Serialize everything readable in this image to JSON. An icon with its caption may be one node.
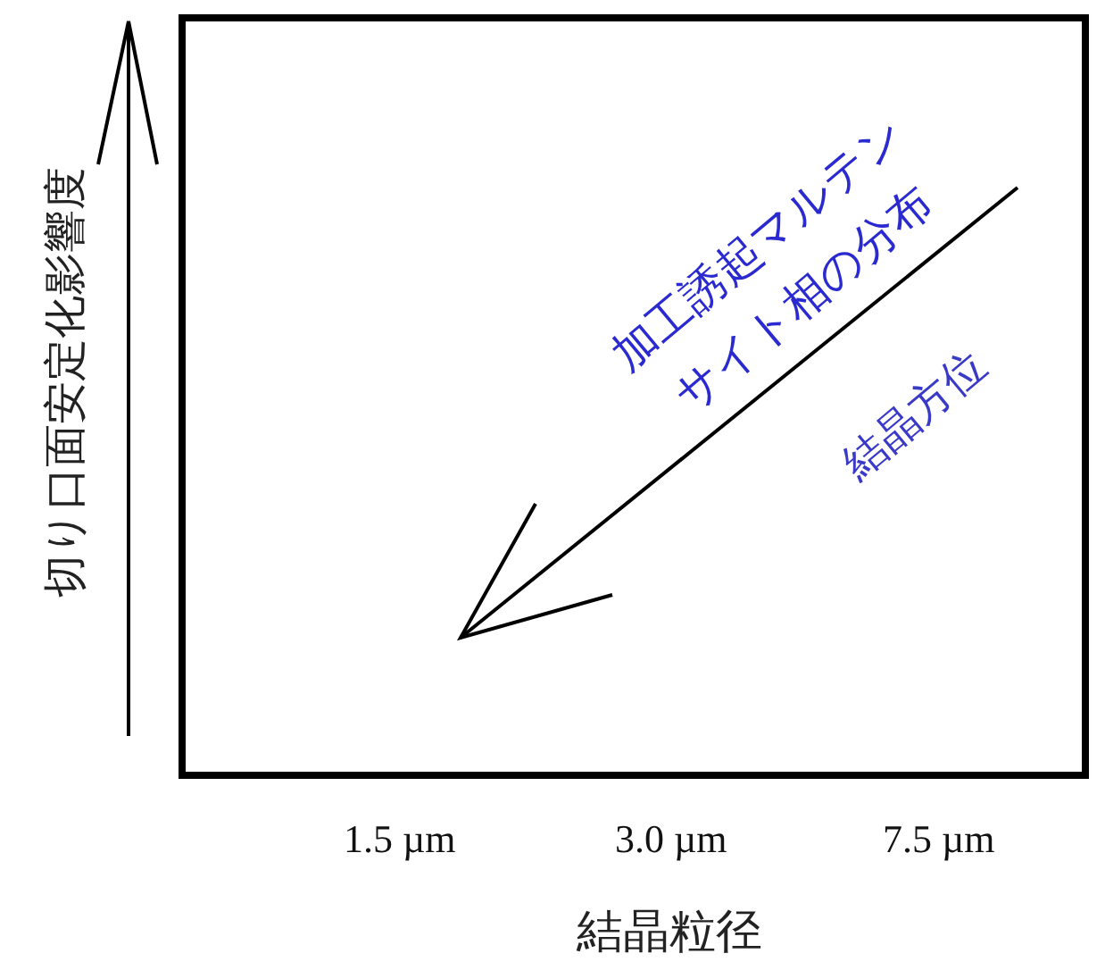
{
  "diagram": {
    "labels": [
      "切り口面安定化影響度",
      "加工誘起マルテンサイト相の分布",
      "結晶方位",
      "1.5 µm",
      "3.0 µm",
      "7.5 µm",
      "結晶粒径"
    ]
  }
}
